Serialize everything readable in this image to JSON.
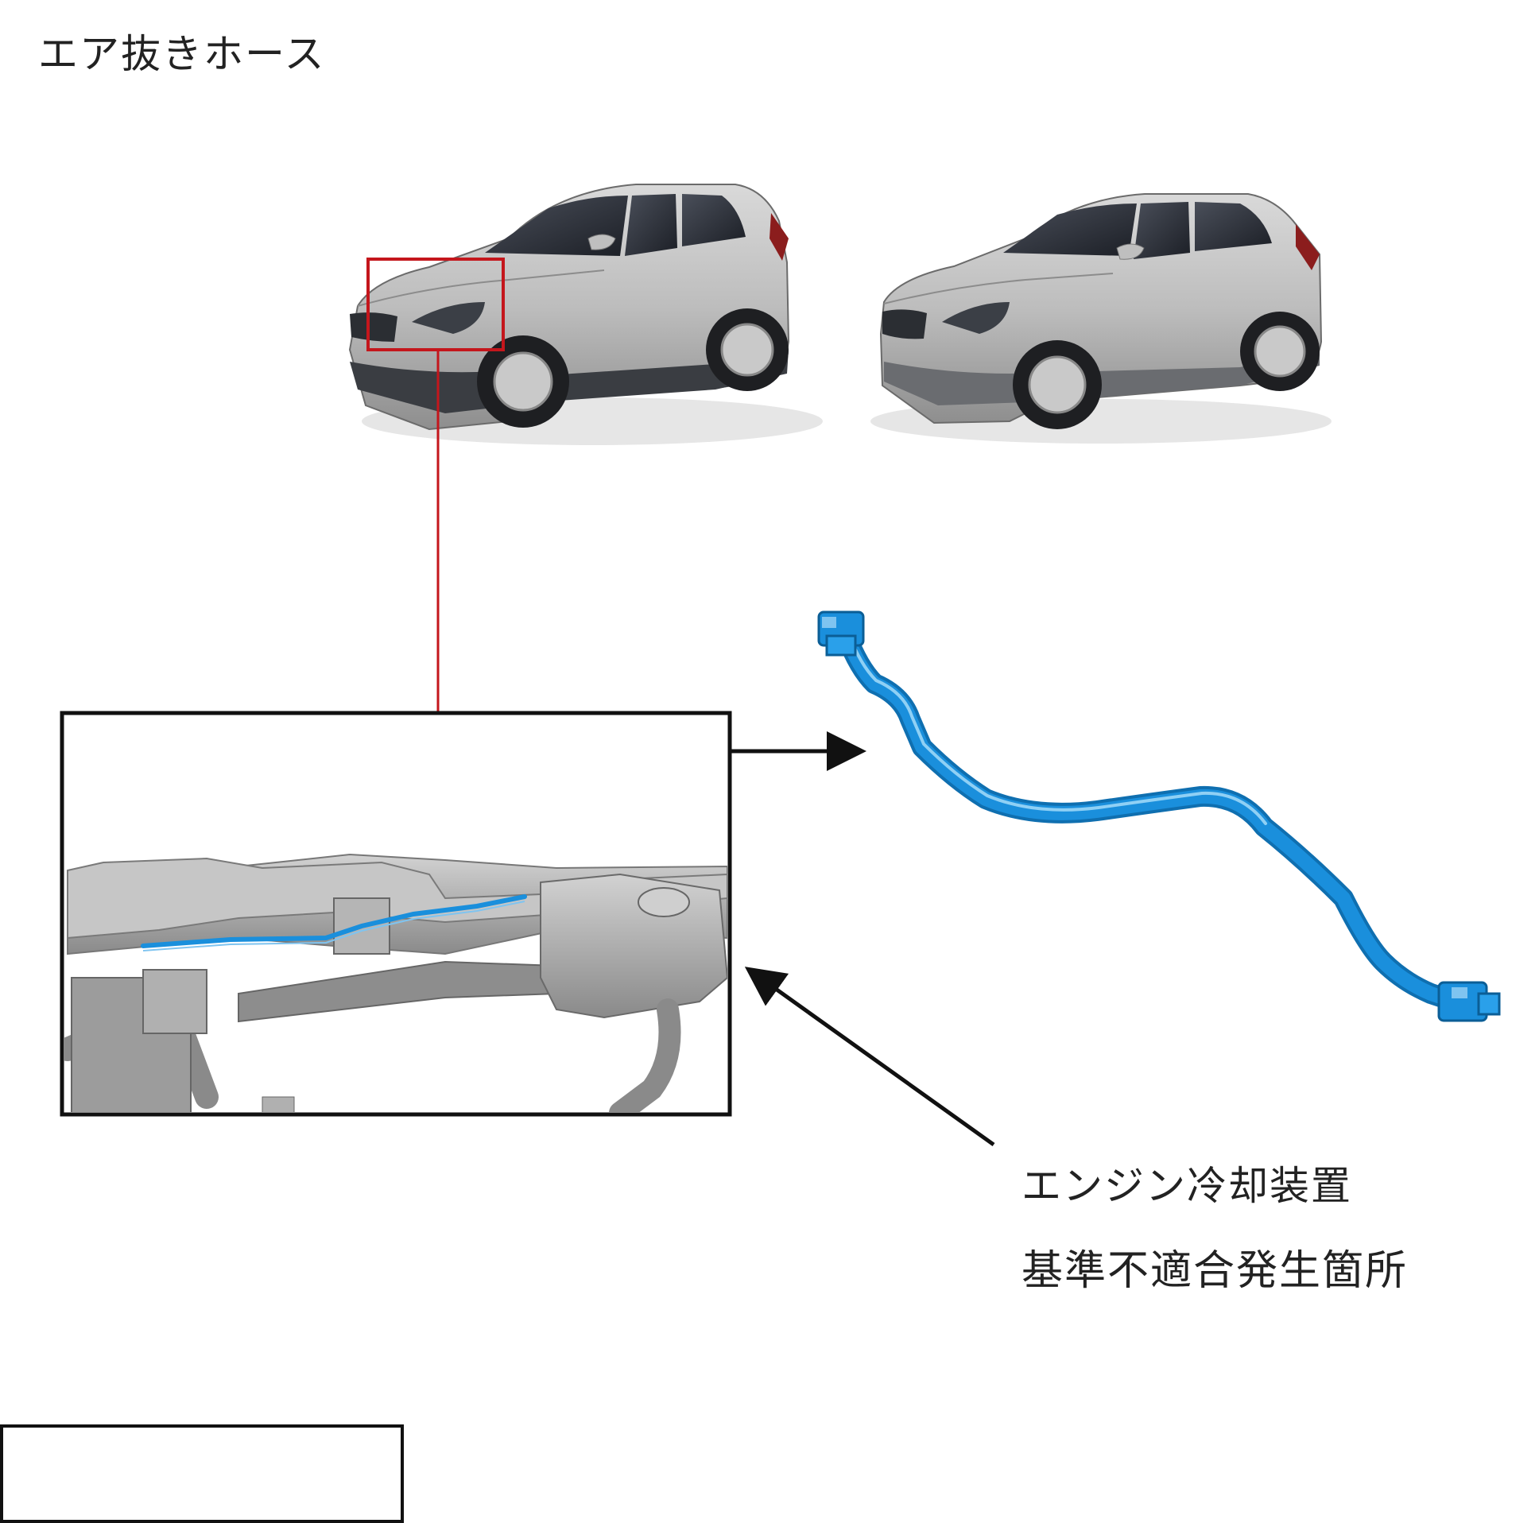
{
  "labels": {
    "hose": "エア抜きホース",
    "location_line1": "エンジン冷却装置",
    "location_line2": "基準不適合発生箇所"
  },
  "colors": {
    "car_body": "#b9b9b9",
    "highlight_box": "#c4161c",
    "hose_blue": "#1a8fdc",
    "outline": "#111111",
    "engine_parts": "#a9a9a9"
  },
  "illustrations": {
    "car_1": "front-three-quarter view of silver hatchback (cross-country variant)",
    "car_2": "front-three-quarter view of silver hatchback",
    "detail": "engine bay cross-member with coolant expansion tank and hose route",
    "part": "air bleed hose part"
  }
}
